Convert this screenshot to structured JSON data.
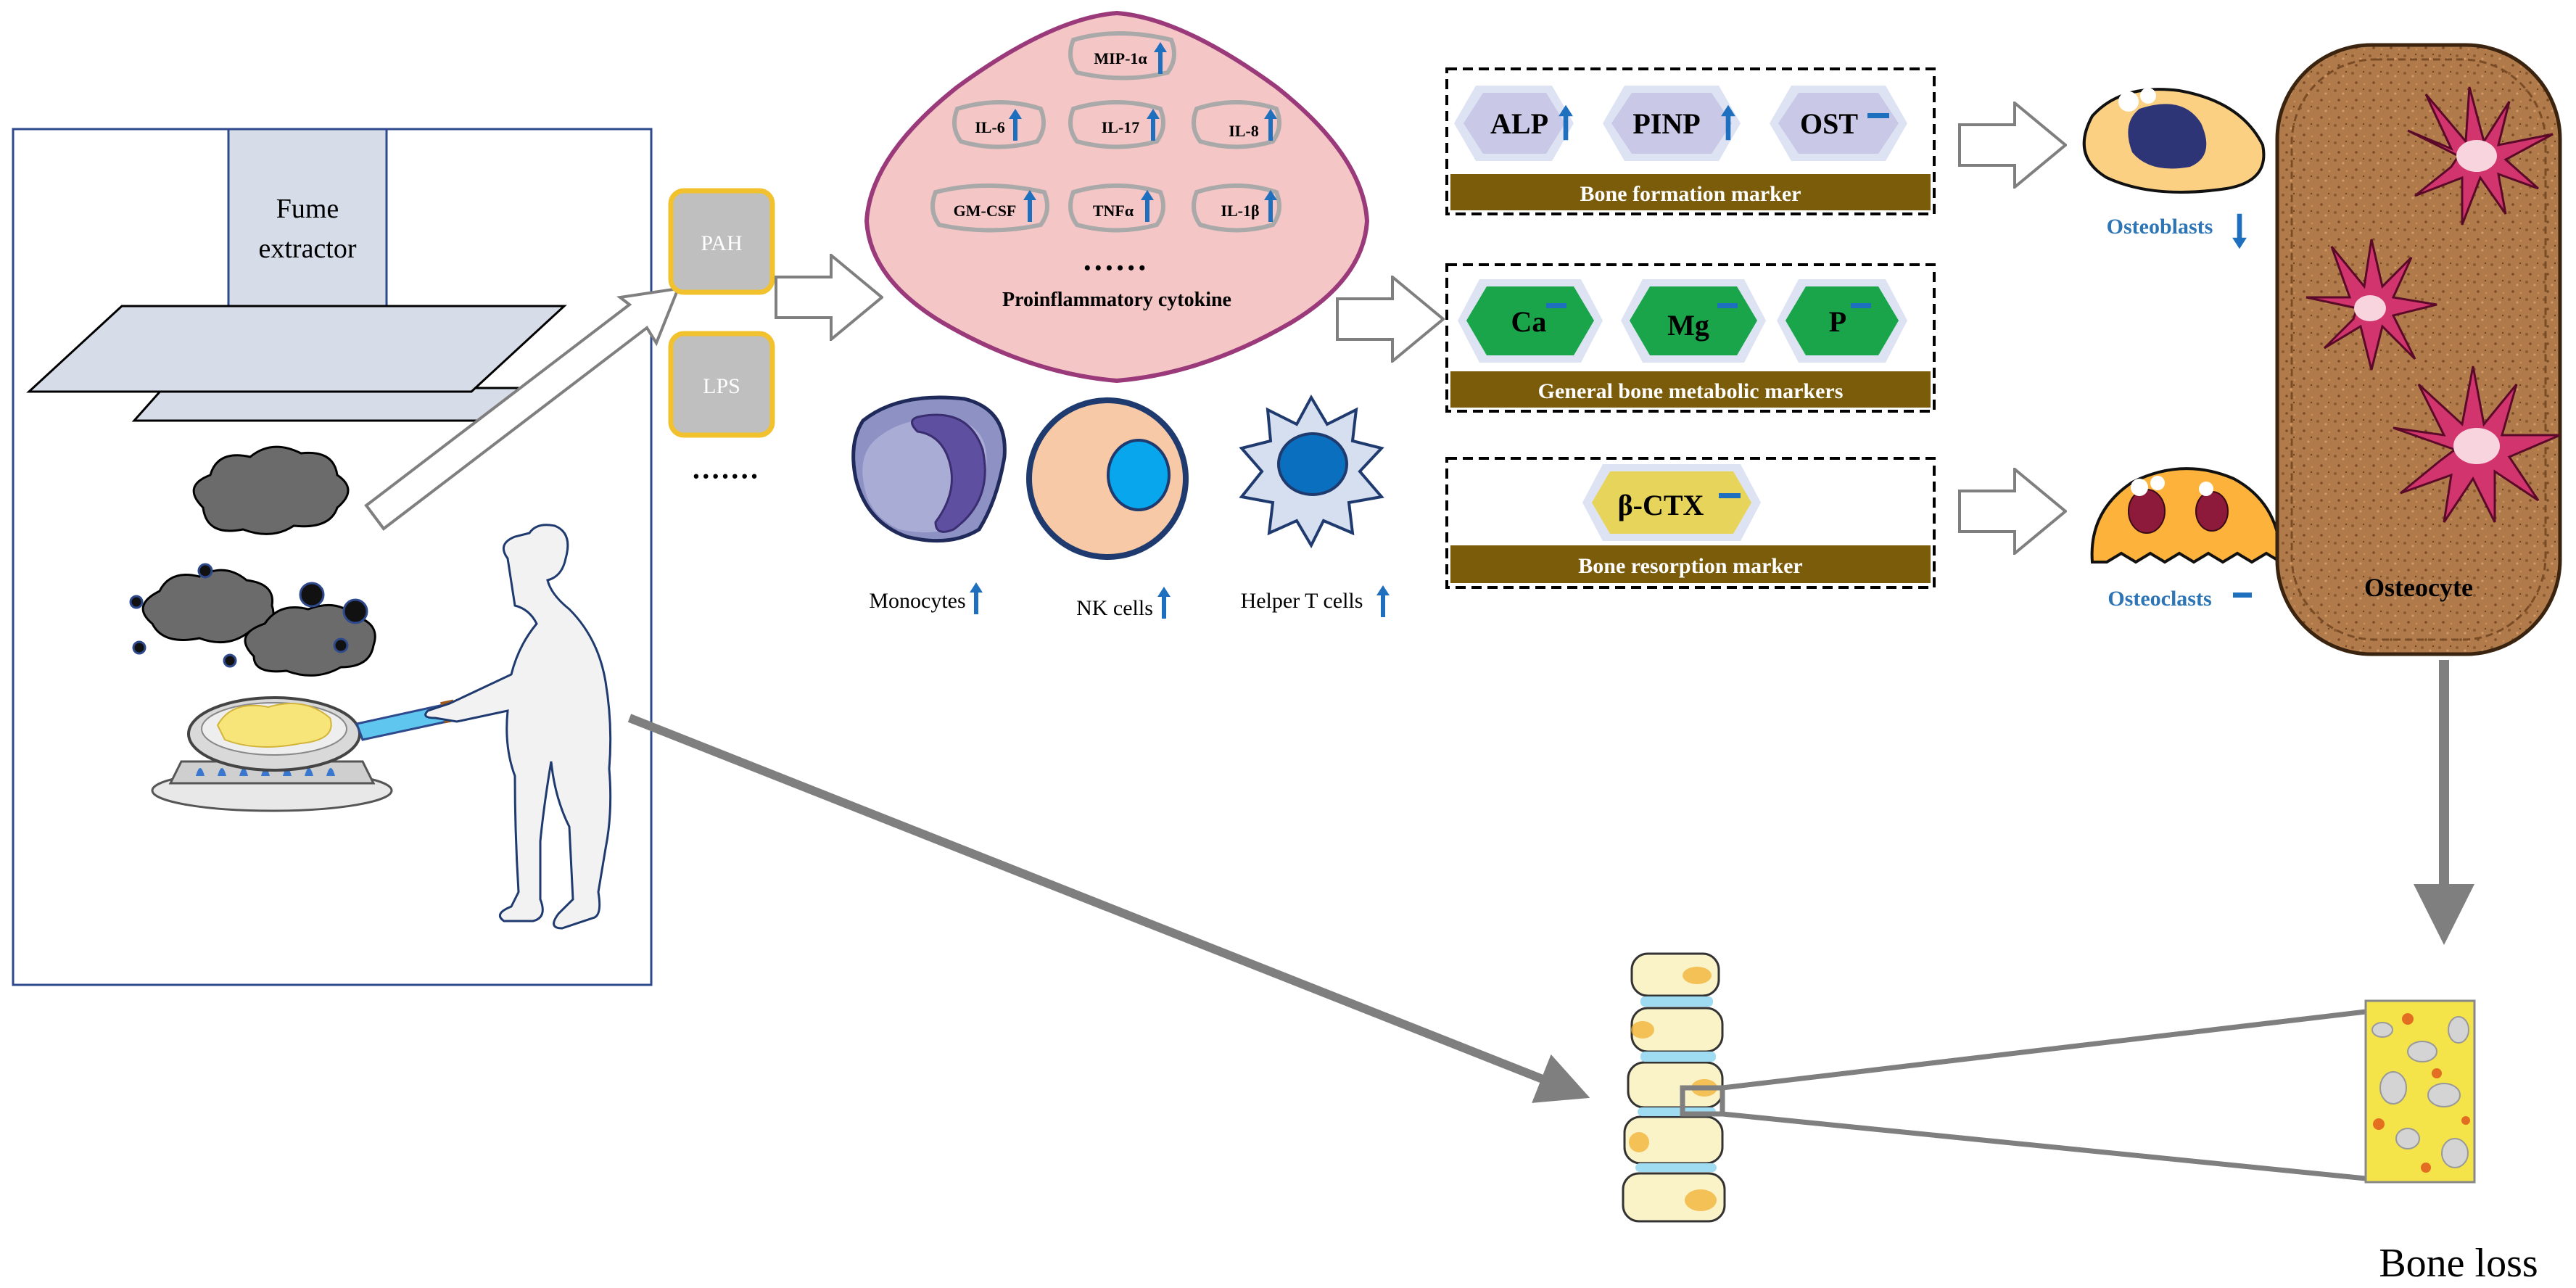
{
  "kitchen": {
    "fume_extractor": "Fume",
    "fume_extractor_2": "extractor"
  },
  "pollutants": {
    "items": [
      "PAH",
      "LPS"
    ],
    "ellipsis": "·······"
  },
  "cytokines": {
    "items": [
      "MIP-1α",
      "IL-6",
      "IL-17",
      "IL-8",
      "GM-CSF",
      "TNFα",
      "IL-1β"
    ],
    "ellipsis": "••••••",
    "label": "Proinflammatory cytokine"
  },
  "immune_cells": [
    {
      "label": "Monocytes",
      "trend": "up"
    },
    {
      "label": "NK cells",
      "trend": "up"
    },
    {
      "label": "Helper T cells",
      "trend": "up"
    }
  ],
  "marker_groups": [
    {
      "title": "Bone formation marker",
      "items": [
        {
          "label": "ALP",
          "trend": "up"
        },
        {
          "label": "PINP",
          "trend": "up"
        },
        {
          "label": "OST",
          "trend": "none"
        }
      ]
    },
    {
      "title": "General bone metabolic markers",
      "items": [
        {
          "label": "Ca",
          "trend": "none"
        },
        {
          "label": "Mg",
          "trend": "none"
        },
        {
          "label": "P",
          "trend": "none"
        }
      ]
    },
    {
      "title": "Bone resorption marker",
      "items": [
        {
          "label": "β-CTX",
          "trend": "none"
        }
      ]
    }
  ],
  "bone_cells": {
    "osteoblasts": {
      "label": "Osteoblasts",
      "trend": "down"
    },
    "osteoclasts": {
      "label": "Osteoclasts",
      "trend": "none"
    },
    "osteocyte": {
      "label": "Osteocyte"
    }
  },
  "outcome": {
    "label": "Bone loss"
  },
  "colors": {
    "up_arrow": "#1f6fbf",
    "cytokine_fill": "#f4c6c6",
    "cytokine_border": "#9b3a7a",
    "formation_pill": "#c9c8e6",
    "metabolic_pill": "#1aa54a",
    "resorption_pill": "#e6d55a",
    "marker_bar": "#7a5c0a",
    "pollutant_fill": "#bfbfbf",
    "pollutant_border": "#f2c12e",
    "bone_matrix": "#b07a4a",
    "osteocyte_cell": "#d2356e",
    "label_blue": "#2e75b6"
  }
}
